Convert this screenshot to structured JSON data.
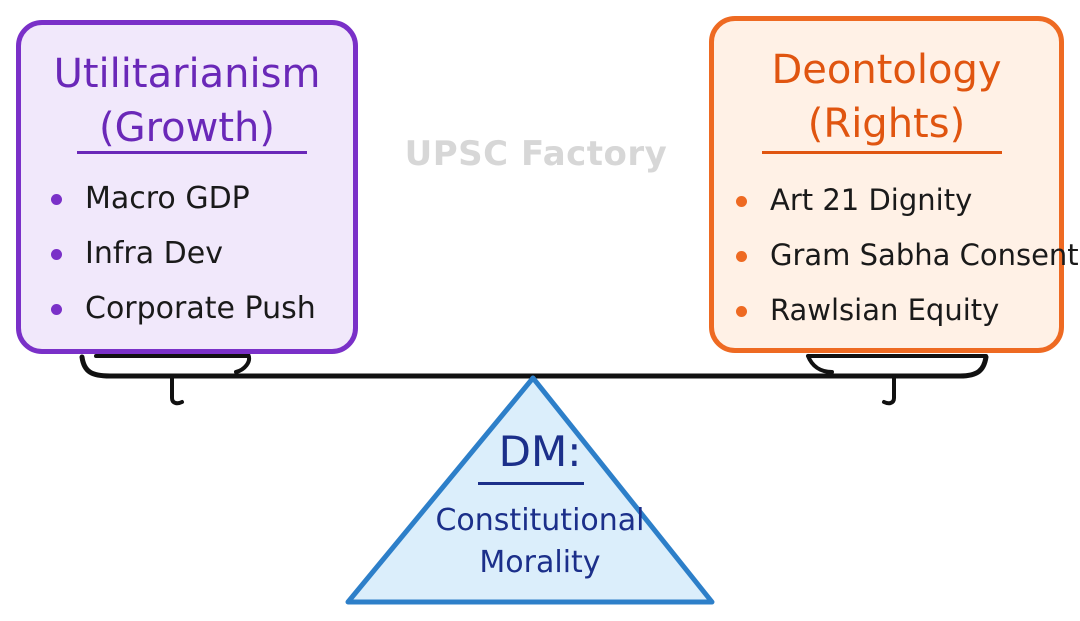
{
  "left_box": {
    "title_line1": "Utilitarianism",
    "title_line2": "(Growth)",
    "items": [
      "Macro GDP",
      "Infra Dev",
      "Corporate Push"
    ],
    "accent_color": "#7a30c8",
    "fill_color": "#f1e8fb"
  },
  "right_box": {
    "title_line1": "Deontology",
    "title_line2": "(Rights)",
    "items": [
      "Art 21 Dignity",
      "Gram Sabha Consent",
      "Rawlsian Equity"
    ],
    "accent_color": "#ee6a22",
    "fill_color": "#fff1e6"
  },
  "watermark": "UPSC Factory",
  "fulcrum": {
    "title": "DM:",
    "line1": "Constitutional",
    "line2": "Morality",
    "text_color": "#1b2f8a",
    "fill_color": "#dbeefb",
    "stroke_color": "#2d7fc9"
  }
}
